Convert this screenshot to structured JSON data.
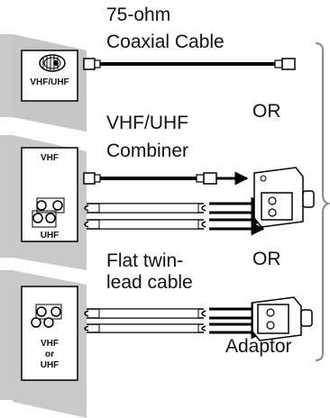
{
  "top": {
    "cable_label_line1": "75-ohm",
    "cable_label_line2": "Coaxial Cable",
    "plate_label": "VHF/UHF"
  },
  "middle": {
    "label_line1": "VHF/UHF",
    "label_line2": "Combiner",
    "plate_label_vhf": "VHF",
    "plate_label_uhf": "UHF"
  },
  "bottom": {
    "label_line1": "Flat twin-",
    "label_line2": "lead cable",
    "plate_label_line1": "VHF",
    "plate_label_line2": "or",
    "plate_label_line3": "UHF",
    "adaptor_label": "Adaptor"
  },
  "or_labels": [
    "OR",
    "OR"
  ],
  "colors": {
    "wall": "#c9c9c9",
    "wall_shade": "#a9a9a9",
    "plate": "#ffffff",
    "line": "#000000"
  }
}
